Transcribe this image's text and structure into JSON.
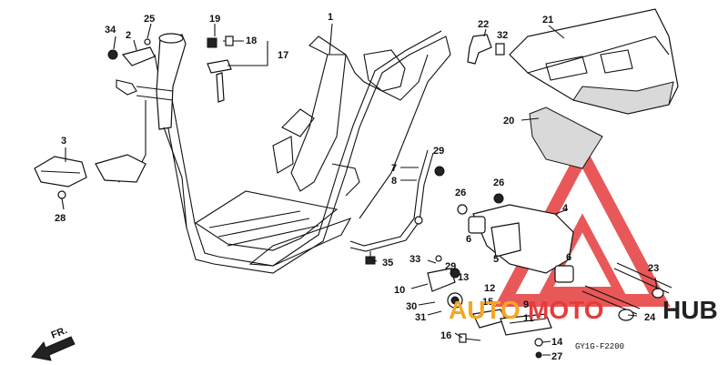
{
  "diagram": {
    "code": "GY1G-F2200",
    "direction_label": "FR.",
    "callouts": [
      "1",
      "2",
      "3",
      "4",
      "5",
      "6",
      "6",
      "7",
      "8",
      "9",
      "10",
      "11",
      "12",
      "13",
      "14",
      "15",
      "16",
      "17",
      "18",
      "19",
      "20",
      "21",
      "22",
      "23",
      "24",
      "25",
      "26",
      "26",
      "27",
      "28",
      "29",
      "29",
      "30",
      "31",
      "32",
      "33",
      "34",
      "35"
    ]
  },
  "watermark": {
    "text_auto": "AUTO",
    "text_moto": "MOTO",
    "text_hub": "HUB",
    "colors": {
      "auto": "#f5a623",
      "moto": "#e63b3b",
      "hub": "#222222",
      "triangle": "#e63b3b"
    }
  }
}
